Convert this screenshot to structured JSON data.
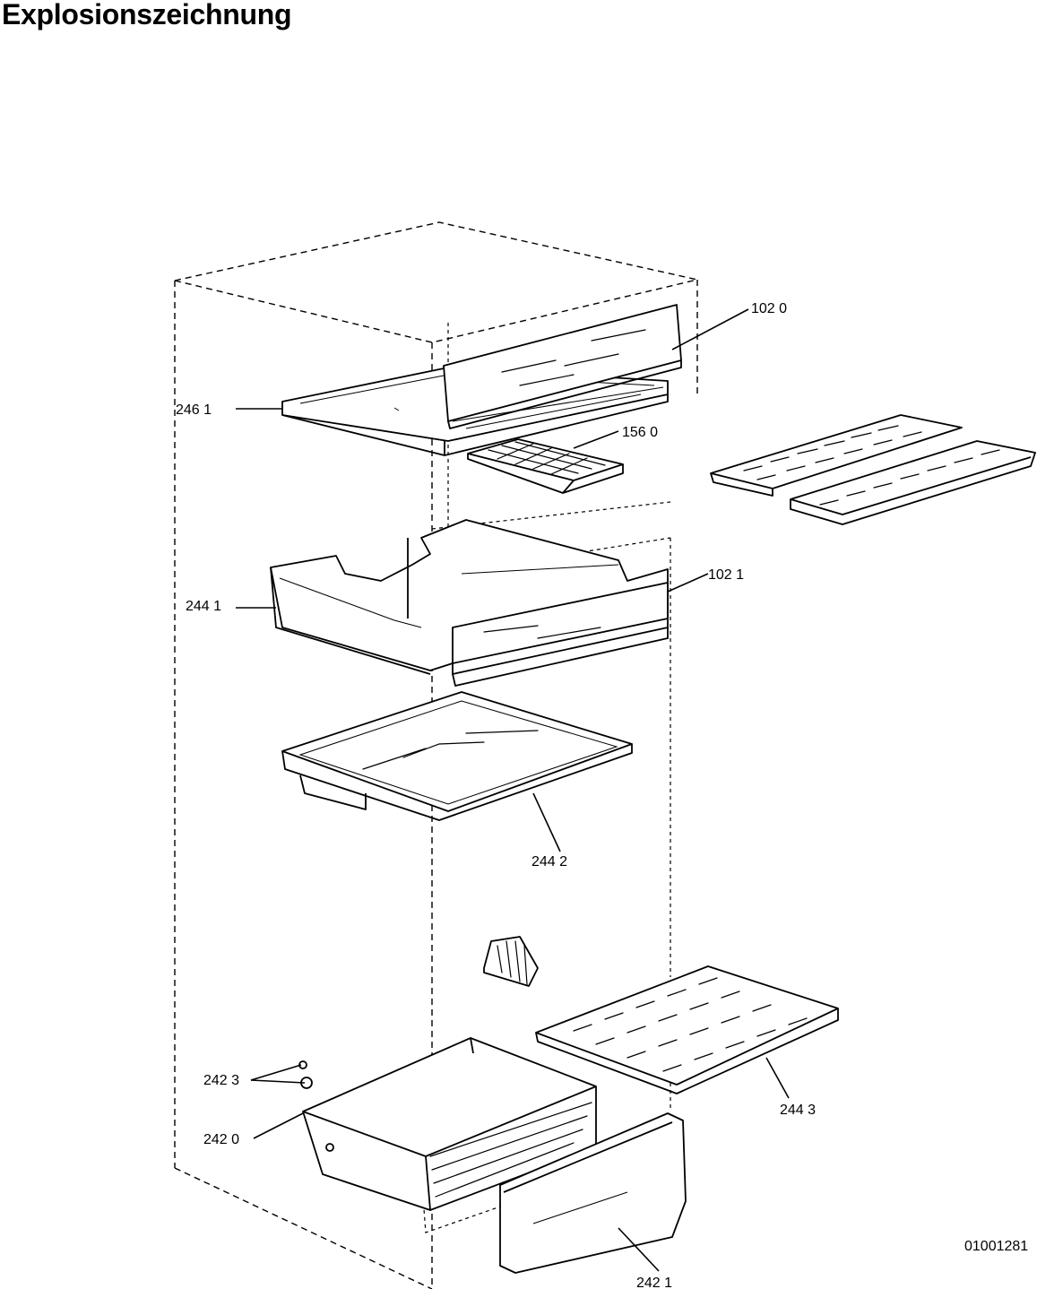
{
  "title": "Explosionszeichnung",
  "document_id": "01001281",
  "callouts": {
    "c1020": "102 0",
    "c2461": "246  1",
    "c1560": "156 0",
    "c1021": "102 1",
    "c2441": "244 1",
    "c2442": "244 2",
    "c2423": "242 3",
    "c2420": "242  0",
    "c2443": "244 3",
    "c2421": "242 1"
  }
}
